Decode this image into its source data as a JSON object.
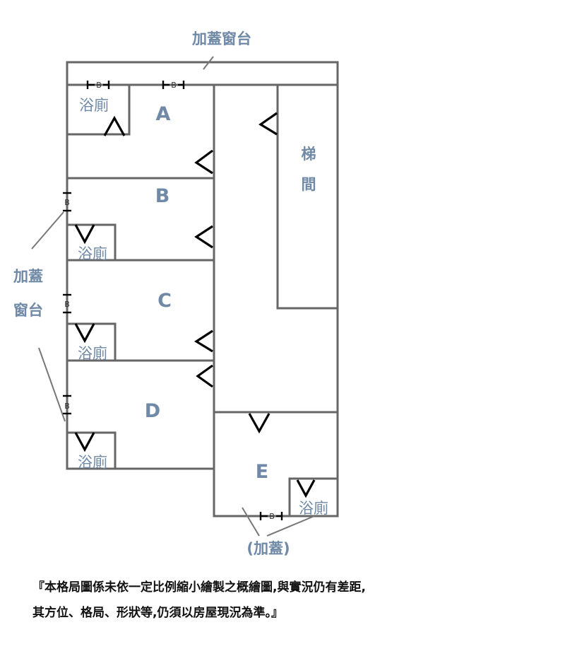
{
  "labels": {
    "balcony_top": "加蓋窗台",
    "balcony_left_1": "加蓋",
    "balcony_left_2": "窗台",
    "addition_bottom": "(加蓋)",
    "stairwell_1": "梯",
    "stairwell_2": "間",
    "room_a": "A",
    "room_b": "B",
    "room_c": "C",
    "room_d": "D",
    "room_e": "E",
    "bathroom": "浴廁",
    "window_mark": "B"
  },
  "colors": {
    "label": "#6f89a6",
    "wall": "#666666",
    "door": "#000000"
  },
  "notes": [
    "『本格局圖係未依一定比例縮小繪製之概繪圖,與實況仍有差距,",
    "其方位、格局、形狀等,仍須以房屋現況為準。』"
  ]
}
